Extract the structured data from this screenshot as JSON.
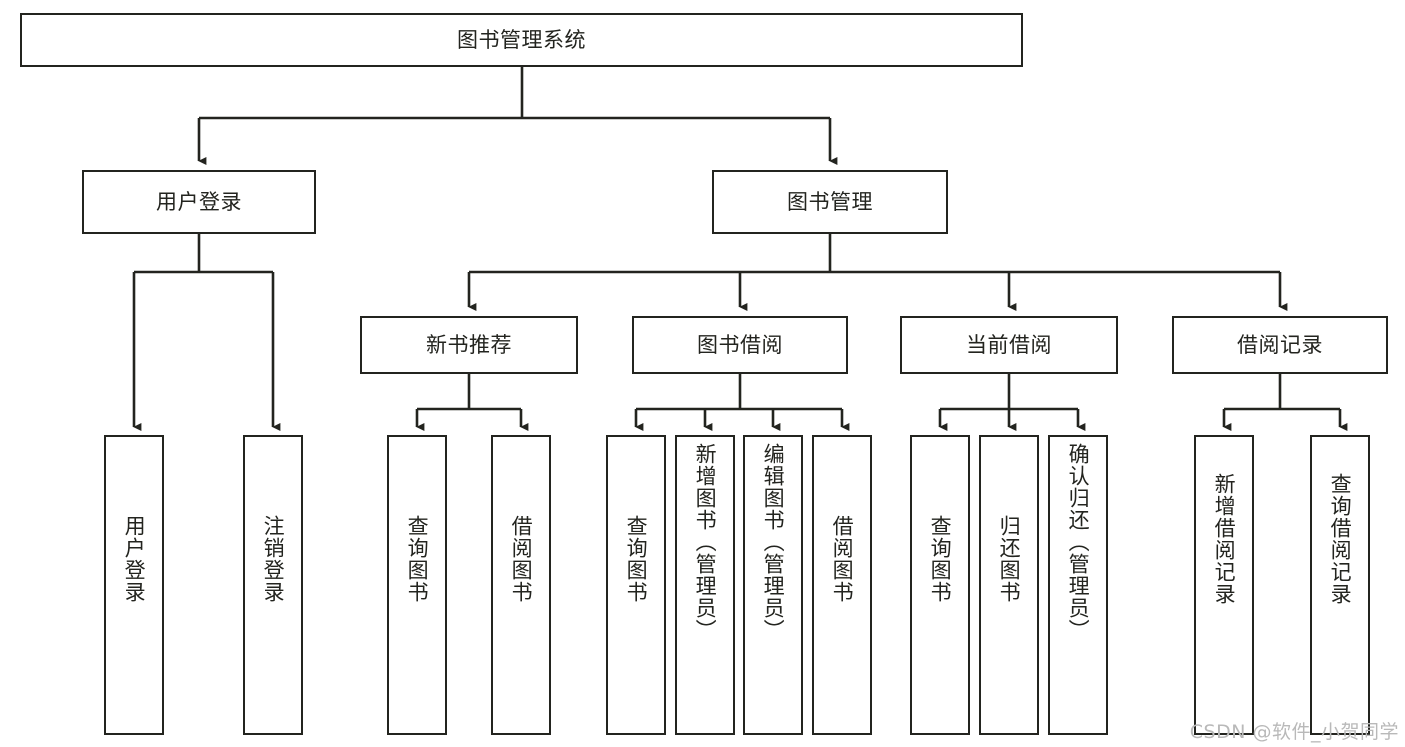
{
  "diagram": {
    "title": "图书管理系统",
    "type": "tree",
    "colors": {
      "stroke": "#23241f",
      "fill": "#ffffff",
      "text": "#23241f",
      "watermark": "#b9b9b9"
    },
    "watermark": "CSDN @软件_小贺同学",
    "nodes": {
      "root": {
        "label": "图书管理系统"
      },
      "level2": [
        {
          "label": "用户登录"
        },
        {
          "label": "图书管理"
        }
      ],
      "level3": [
        {
          "label": "新书推荐"
        },
        {
          "label": "图书借阅"
        },
        {
          "label": "当前借阅"
        },
        {
          "label": "借阅记录"
        }
      ],
      "leaves": {
        "user_login": [
          {
            "label": "用户登录"
          },
          {
            "label": "注销登录"
          }
        ],
        "new_book": [
          {
            "label": "查询图书"
          },
          {
            "label": "借阅图书"
          }
        ],
        "book_borrow": [
          {
            "label": "查询图书"
          },
          {
            "label": "新增图书（管理员）"
          },
          {
            "label": "编辑图书（管理员）"
          },
          {
            "label": "借阅图书"
          }
        ],
        "current_borrow": [
          {
            "label": "查询图书"
          },
          {
            "label": "归还图书"
          },
          {
            "label": "确认归还（管理员）"
          }
        ],
        "borrow_record": [
          {
            "label": "新增借阅记录"
          },
          {
            "label": "查询借阅记录"
          }
        ]
      }
    }
  }
}
